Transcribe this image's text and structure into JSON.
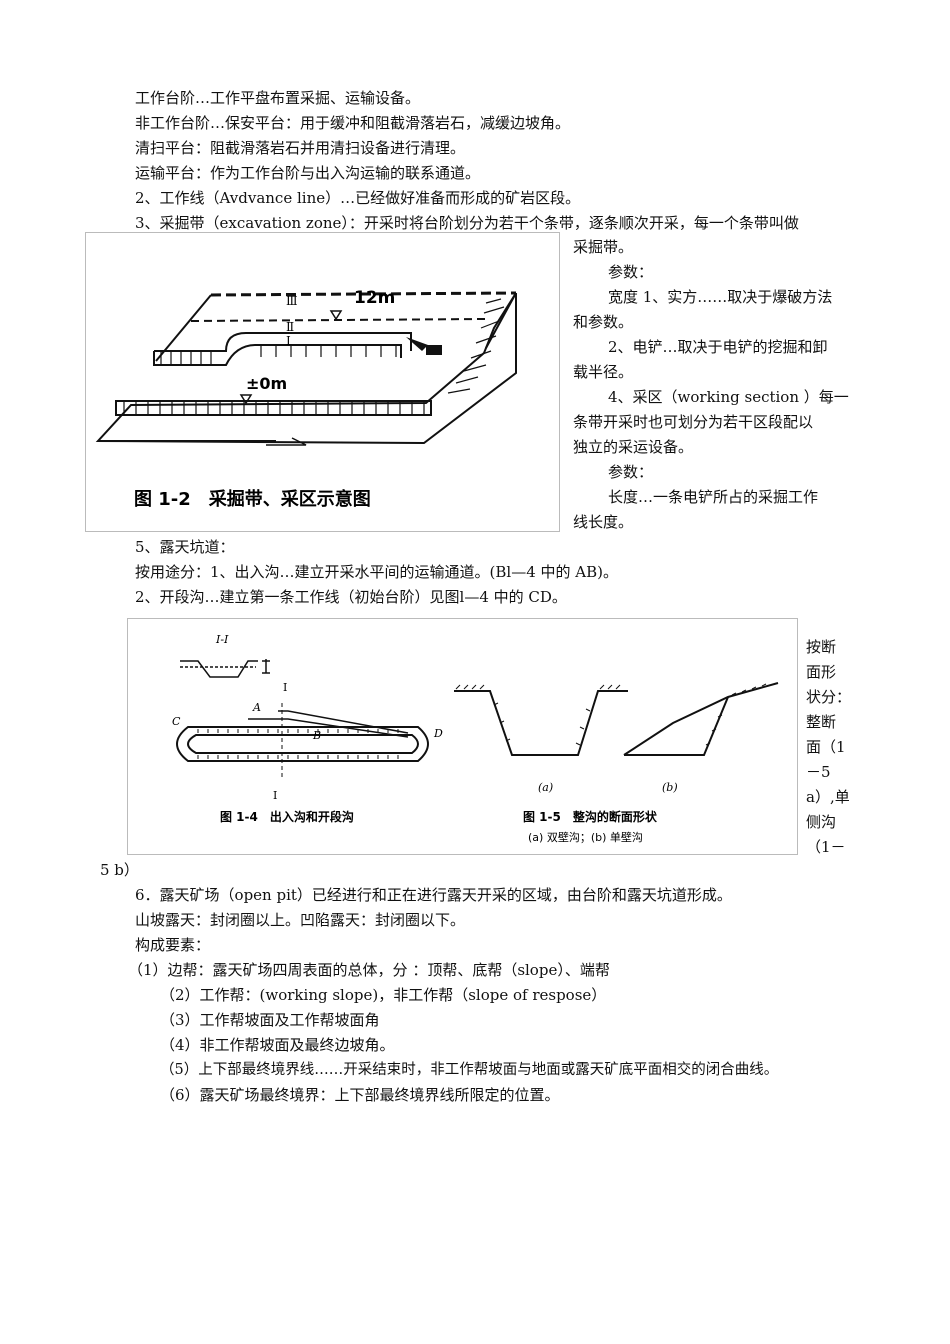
{
  "top_lines": [
    "工作台阶…工作平盘布置采掘、运输设备。",
    "非工作台阶…保安平台：用于缓冲和阻截滑落岩石，减缓边坡角。",
    "清扫平台：阻截滑落岩石并用清扫设备进行清理。",
    "运输平台：作为工作台阶与出入沟运输的联系通道。",
    "2、工作线（Avdvance line）…已经做好准备而形成的矿岩区段。",
    "3、采掘带（excavation zone）：开采时将台阶划分为若干个条带，逐条顺次开采，每一个条带叫做"
  ],
  "fig12": {
    "label_12m": "12m",
    "label_III": "Ⅲ",
    "label_II": "Ⅱ",
    "label_I": "Ⅰ",
    "label_0m": "±0m",
    "caption": "图 1-2　采掘带、采区示意图"
  },
  "side1": [
    "采掘带。",
    "参数：",
    "宽度  1、实方……取决于爆破方法",
    "和参数。",
    "2、电铲…取决于电铲的挖掘和卸",
    "载半径。",
    "4、采区（working section  ）每一",
    "条带开采时也可划分为若干区段配以",
    "独立的采运设备。",
    "参数：",
    "长度…一条电铲所占的采掘工作",
    "线长度。"
  ],
  "mid_lines": [
    "5、露天坑道：",
    "按用途分：1、出入沟…建立开采水平间的运输通道。(Bl—4 中的 AB)。",
    "2、开段沟…建立第一条工作线（初始台阶）见图l—4 中的 CD。"
  ],
  "fig14": {
    "section_label": "Ⅰ-Ⅰ",
    "label_A": "A",
    "label_B": "B",
    "label_C": "C",
    "label_D": "D",
    "label_I_top": "Ⅰ",
    "label_I_bottom": "Ⅰ",
    "caption": "图 1-4　出入沟和开段沟"
  },
  "fig15": {
    "label_a": "(a)",
    "label_b": "(b)",
    "caption": "图 1-5　整沟的断面形状",
    "subcaption": "(a) 双壁沟；(b) 单壁沟"
  },
  "side2": [
    "按断",
    "面形",
    "状分：",
    "整断",
    "面（1",
    "－5",
    "a）,单",
    "侧沟",
    "（1－"
  ],
  "bottom_lines": [
    "5 b）",
    "6．露天矿场（open pit）已经进行和正在进行露天开采的区域，由台阶和露天坑道形成。",
    "山坡露天：封闭圈以上。凹陷露天：封闭圈以下。",
    "构成要素：",
    "（1）边帮：露天矿场四周表面的总体，分 ：顶帮、底帮（slope）、端帮",
    "（2）工作帮：(working slope)，非工作帮（slope of respose）",
    "（3）工作帮坡面及工作帮坡面角",
    "（4）非工作帮坡面及最终边坡角。",
    "（5）上下部最终境界线……开采结束时，非工作帮坡面与地面或露天矿底平面相交的闭合曲线。",
    "（6）露天矿场最终境界：上下部最终境界线所限定的位置。"
  ]
}
